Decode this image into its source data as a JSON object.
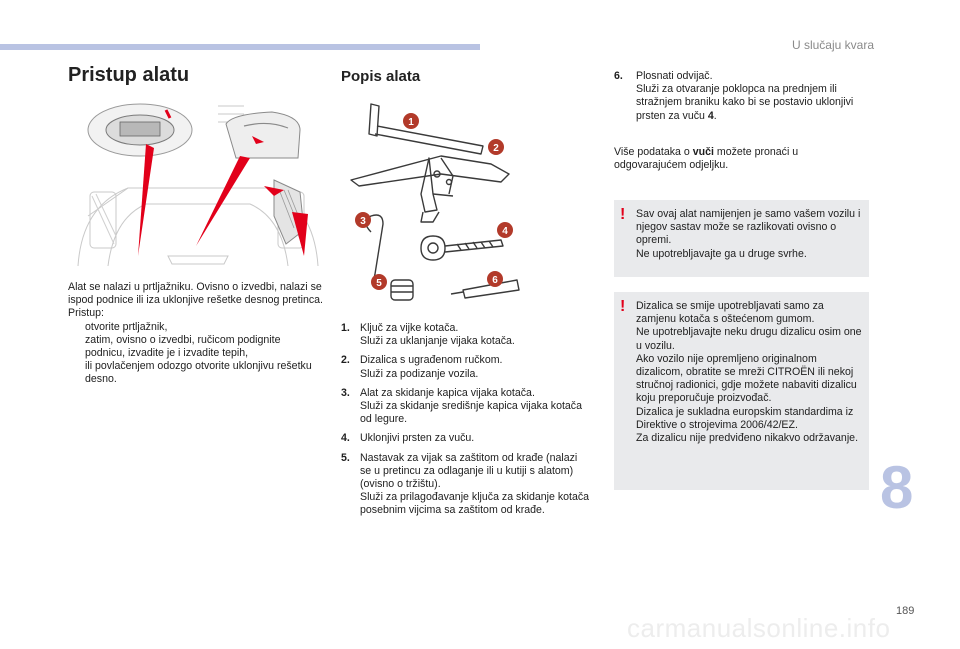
{
  "header": {
    "chapter_title": "U slučaju kvara",
    "chapter_number": "8",
    "page_number": "189"
  },
  "access": {
    "title": "Pristup alatu",
    "intro": "Alat se nalazi u prtljažniku. Ovisno o izvedbi, nalazi se ispod podnice ili iza uklonjive rešetke desnog pretinca.",
    "label": "Pristup:",
    "bullet_glyph": "",
    "steps": [
      "otvorite prtljažnik,",
      "zatim, ovisno o izvedbi, ručicom podignite podnicu, izvadite je i izvadite tepih,",
      "ili povlačenjem odozgo otvorite uklonjivu rešetku desno."
    ]
  },
  "tools": {
    "title": "Popis alata",
    "badge_color": "#e2001a",
    "markers": [
      "1",
      "2",
      "3",
      "4",
      "5",
      "6"
    ],
    "items": [
      {
        "num": "1.",
        "text": "Ključ za vijke kotača.\nSluži za uklanjanje vijaka kotača."
      },
      {
        "num": "2.",
        "text": "Dizalica s ugrađenom ručkom.\nSluži za podizanje vozila."
      },
      {
        "num": "3.",
        "text": "Alat za skidanje kapica vijaka kotača.\nSluži za skidanje središnje kapica vijaka kotača od legure."
      },
      {
        "num": "4.",
        "text": "Uklonjivi prsten za vuču."
      },
      {
        "num": "5.",
        "text": "Nastavak za vijak sa zaštitom od krađe (nalazi se u pretincu za odlaganje ili u kutiji s alatom) (ovisno o tržištu).\nSluži za prilagođavanje ključa za skidanje kotača posebnim vijcima sa zaštitom od krađe."
      }
    ],
    "item6": {
      "num": "6.",
      "line1": "Plosnati odvijač.",
      "line2": "Služi za otvaranje poklopca na prednjem ili stražnjem braniku kako bi se postavio uklonjivi prsten za vuču ",
      "ref": "4",
      "end": "."
    }
  },
  "more_info": {
    "before": "Više podataka o ",
    "keyword": "vuči",
    "after": " možete pronaći u odgovarajućem odjeljku."
  },
  "notes": {
    "mark": "!",
    "note1": "Sav ovaj alat namijenjen je samo vašem vozilu i njegov sastav može se razlikovati ovisno o opremi.\nNe upotrebljavajte ga u druge svrhe.",
    "note2": "Dizalica se smije upotrebljavati samo za zamjenu kotača s oštećenom gumom.\nNe upotrebljavajte neku drugu dizalicu osim one u vozilu.\nAko vozilo nije opremljeno originalnom dizalicom, obratite se mreži CITROËN ili nekoj stručnoj radionici, gdje možete nabaviti dizalicu koju preporučuje proizvođač.\nDizalica je sukladna europskim standardima iz Direktive o strojevima 2006/42/EZ.\nZa dizalicu nije predviđeno nikakvo održavanje."
  },
  "footer": {
    "watermark": "carmanualsonline.info"
  }
}
